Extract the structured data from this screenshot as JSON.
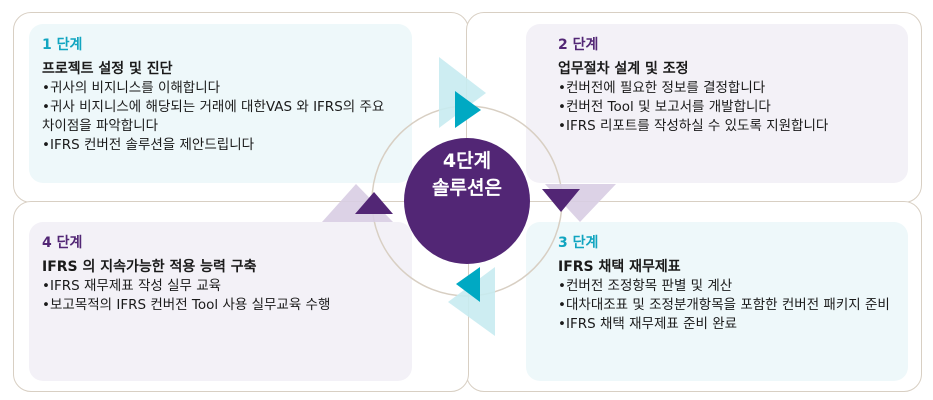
{
  "center": {
    "line1": "4단계",
    "line2": "솔루션은"
  },
  "colors": {
    "purple": "#522675",
    "teal": "#00a9c3",
    "light_teal": "#c8ebf1",
    "light_lavender": "#d8cde3",
    "border": "#d8cfc3"
  },
  "steps": [
    {
      "label": "1 단계",
      "title": "프로젝트 설정 및 진단",
      "bullets": [
        "귀사의 비지니스를 이해합니다",
        "귀사 비지니스에 해당되는 거래에 대한VAS 와 IFRS의 주요 차이점을 파악합니다",
        "IFRS 컨버전 솔루션을 제안드립니다"
      ]
    },
    {
      "label": "2 단계",
      "title": "업무절차 설계 및 조정",
      "bullets": [
        "컨버전에 필요한 정보를 결정합니다",
        "컨버전 Tool 및 보고서를 개발합니다",
        "IFRS 리포트를 작성하실 수 있도록 지원합니다"
      ]
    },
    {
      "label": "3 단계",
      "title": "IFRS 채택 재무제표",
      "bullets": [
        "컨버전 조정항목 판별 및 계산",
        "대차대조표 및 조정분개항목을 포함한 컨버전 패키지 준비",
        "IFRS 채택 재무제표 준비 완료"
      ]
    },
    {
      "label": "4 단계",
      "title": "IFRS 의 지속가능한 적용 능력 구축",
      "bullets": [
        "IFRS 재무제표 작성 실무 교육",
        "보고목적의 IFRS 컨버전 Tool 사용 실무교육 수행"
      ]
    }
  ]
}
